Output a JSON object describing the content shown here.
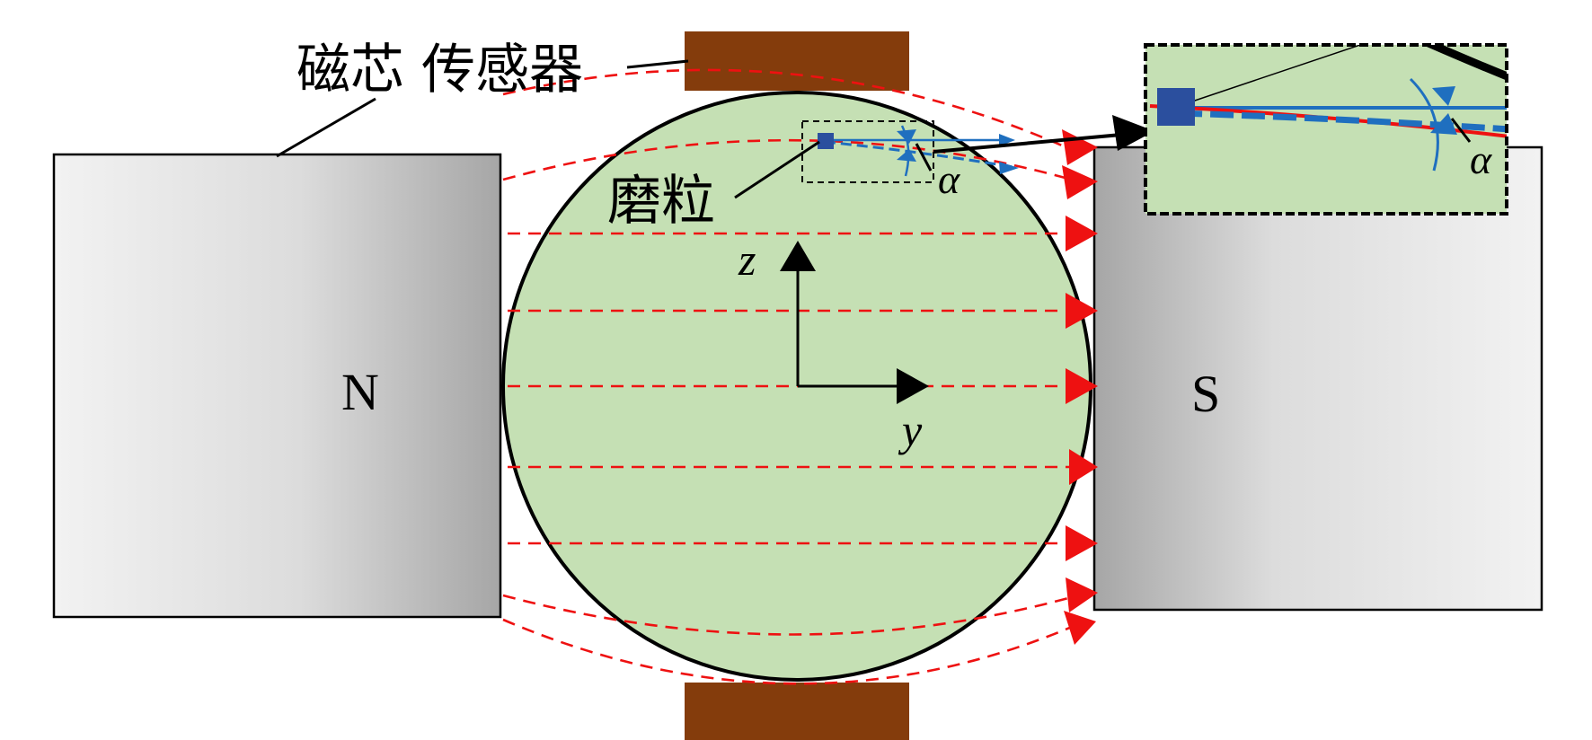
{
  "labels": {
    "core_and_sensor": "磁芯 传感器",
    "particle": "磨粒",
    "north_pole": "N",
    "south_pole": "S",
    "axis_z": "z",
    "axis_y": "y",
    "angle": "α",
    "angle_zoom": "α"
  },
  "colors": {
    "magnetic_field_line": "#ee1111",
    "particle": "#2b4f9e",
    "particle_trajectory": "#1f6fbf",
    "fluid_region": "#c5e0b4",
    "sensor_core": "#843c0c",
    "magnet_dark": "#a6a6a6",
    "magnet_light": "#f2f2f2"
  },
  "icons": {
    "field_arrow": "red-triangle-arrowhead",
    "axis_arrow": "black-triangle-arrowhead",
    "zoom_arrow": "black-callout-arrow"
  }
}
